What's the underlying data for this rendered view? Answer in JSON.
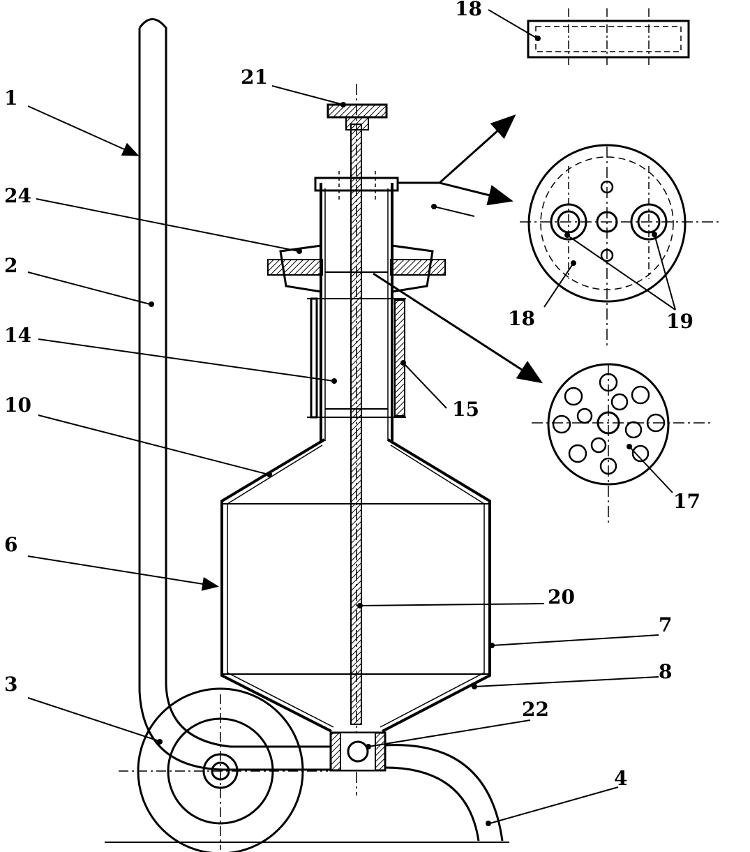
{
  "labels": {
    "l1": "1",
    "l2": "2",
    "l3": "3",
    "l4": "4",
    "l6": "6",
    "l7": "7",
    "l8": "8",
    "l10": "10",
    "l14": "14",
    "l15": "15",
    "l17": "17",
    "l18_top": "18",
    "l18_disc": "18",
    "l19": "19",
    "l20": "20",
    "l21": "21",
    "l22": "22",
    "l24": "24"
  },
  "colors": {
    "ink": "#000000",
    "paper": "#ffffff"
  }
}
